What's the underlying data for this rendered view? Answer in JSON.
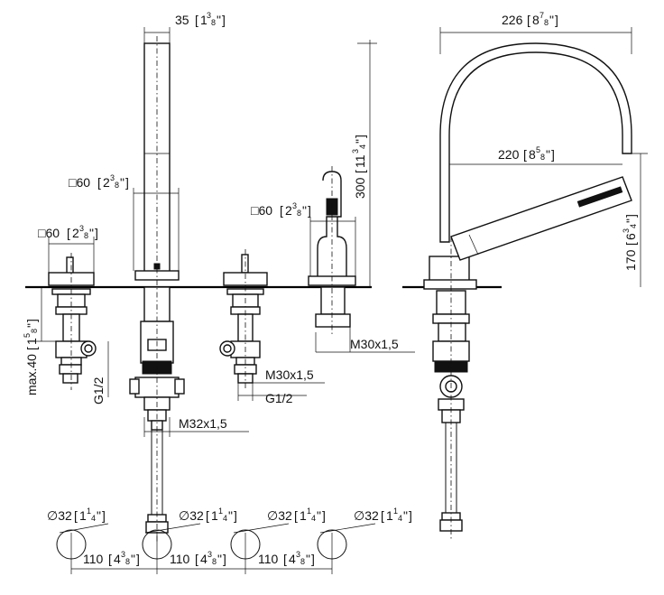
{
  "dimensions": {
    "top_width": {
      "value": "35",
      "bracket": [
        "1",
        "3",
        "8",
        "\""
      ]
    },
    "spout_reach": {
      "value": "226",
      "bracket": [
        "8",
        "7",
        "8",
        "\""
      ]
    },
    "spout_inner": {
      "value": "220",
      "bracket": [
        "8",
        "5",
        "8",
        "\""
      ]
    },
    "square_left_high": {
      "value": "□60",
      "bracket": [
        "2",
        "3",
        "8",
        "\""
      ]
    },
    "square_left_low": {
      "value": "□60",
      "bracket": [
        "2",
        "3",
        "8",
        "\""
      ]
    },
    "square_mid": {
      "value": "□60",
      "bracket": [
        "2",
        "3",
        "8",
        "\""
      ]
    },
    "height_300": {
      "value": "300",
      "bracket": [
        "11",
        "3",
        "4",
        "\""
      ]
    },
    "height_170": {
      "value": "170",
      "bracket": [
        "6",
        "3",
        "4",
        "\""
      ]
    },
    "max_40": {
      "value": "max.40",
      "bracket": [
        "1",
        "5",
        "8",
        "\""
      ]
    },
    "thread_m30_right": {
      "value": "M30x1,5"
    },
    "thread_m30_mid": {
      "value": "M30x1,5"
    },
    "thread_g12_mid": {
      "value": "G1/2"
    },
    "thread_g12_left": {
      "value": "G1/2"
    },
    "thread_m32": {
      "value": "M32x1,5"
    },
    "hole_1": {
      "value": "∅32",
      "bracket": [
        "1",
        "1",
        "4",
        "\""
      ]
    },
    "hole_2": {
      "value": "∅32",
      "bracket": [
        "1",
        "1",
        "4",
        "\""
      ]
    },
    "hole_3": {
      "value": "∅32",
      "bracket": [
        "1",
        "1",
        "4",
        "\""
      ]
    },
    "hole_4": {
      "value": "∅32",
      "bracket": [
        "1",
        "1",
        "4",
        "\""
      ]
    },
    "spacing_1": {
      "value": "110",
      "bracket": [
        "4",
        "3",
        "8",
        "\""
      ]
    },
    "spacing_2": {
      "value": "110",
      "bracket": [
        "4",
        "3",
        "8",
        "\""
      ]
    },
    "spacing_3": {
      "value": "110",
      "bracket": [
        "4",
        "3",
        "8",
        "\""
      ]
    }
  }
}
